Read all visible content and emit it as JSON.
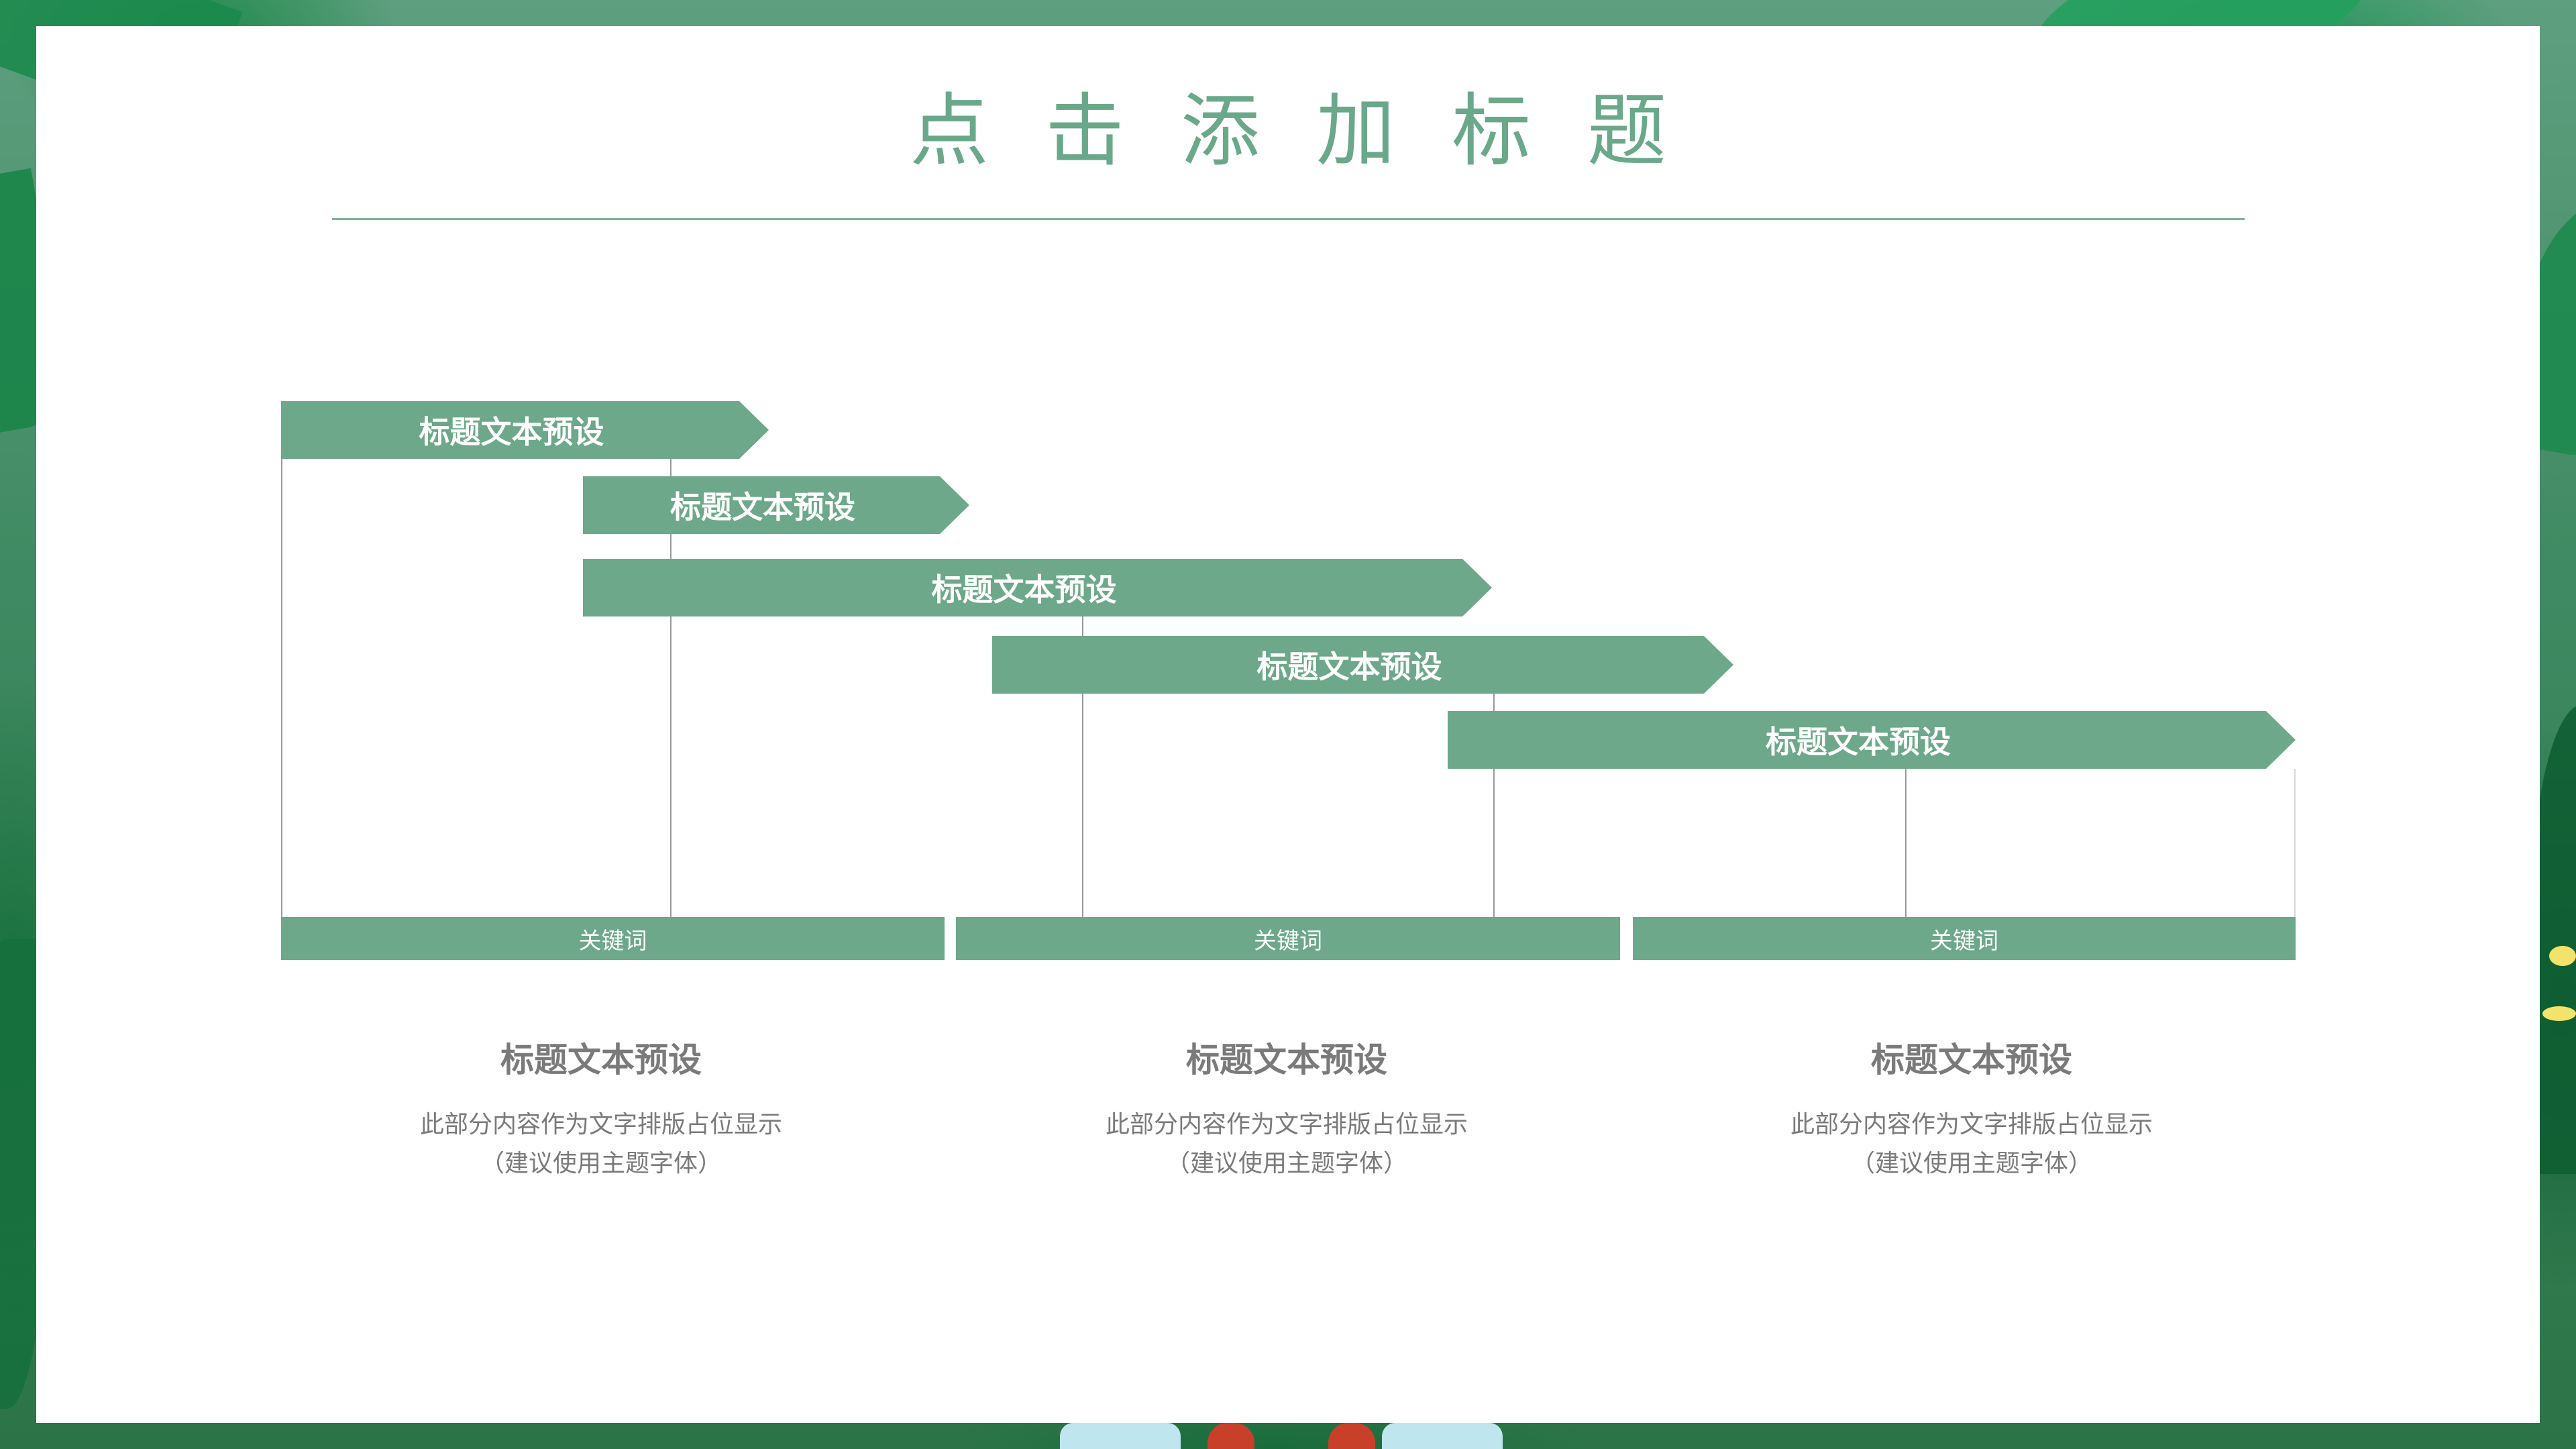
{
  "slide": {
    "title": "点击添加标题",
    "accent_color": "#6ca889",
    "timeline_bars": [
      {
        "label": "标题文本预设"
      },
      {
        "label": "标题文本预设"
      },
      {
        "label": "标题文本预设"
      },
      {
        "label": "标题文本预设"
      },
      {
        "label": "标题文本预设"
      }
    ],
    "keywords": [
      {
        "label": "关键词"
      },
      {
        "label": "关键词"
      },
      {
        "label": "关键词"
      }
    ],
    "columns": [
      {
        "heading": "标题文本预设",
        "line1": "此部分内容作为文字排版占位显示",
        "line2": "（建议使用主题字体）"
      },
      {
        "heading": "标题文本预设",
        "line1": "此部分内容作为文字排版占位显示",
        "line2": "（建议使用主题字体）"
      },
      {
        "heading": "标题文本预设",
        "line1": "此部分内容作为文字排版占位显示",
        "line2": "（建议使用主题字体）"
      }
    ]
  }
}
